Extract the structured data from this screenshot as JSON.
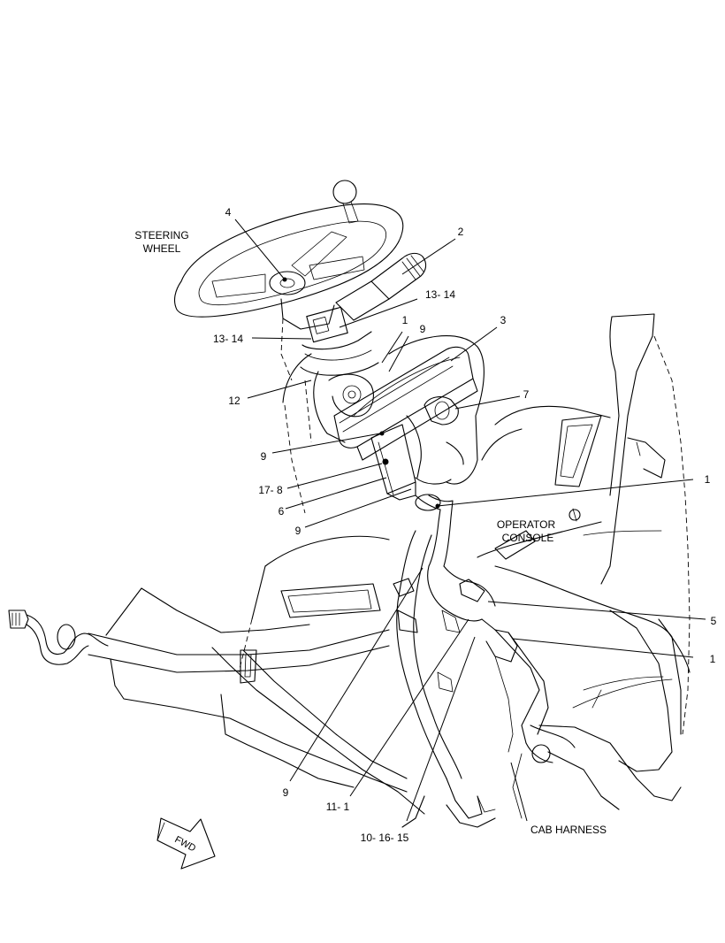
{
  "labels": {
    "steering_wheel": [
      "STEERING",
      "WHEEL"
    ],
    "operator_console": [
      "OPERATOR",
      "CONSOLE"
    ],
    "cab_harness": "CAB HARNESS",
    "fwd": "FWD"
  },
  "callouts": {
    "c4": "4",
    "c2": "2",
    "c13_14_right": "13- 14",
    "c13_14_left": "13- 14",
    "c1_top": "1",
    "c9_top": "9",
    "c3": "3",
    "c12": "12",
    "c7": "7",
    "c9_left": "9",
    "c17_8": "17- 8",
    "c6": "6",
    "c9_mid": "9",
    "c1_right": "1",
    "c5": "5",
    "c1_lower": "1",
    "c9_bottom": "9",
    "c11_1": "11- 1",
    "c10_16_15": "10- 16- 15"
  }
}
